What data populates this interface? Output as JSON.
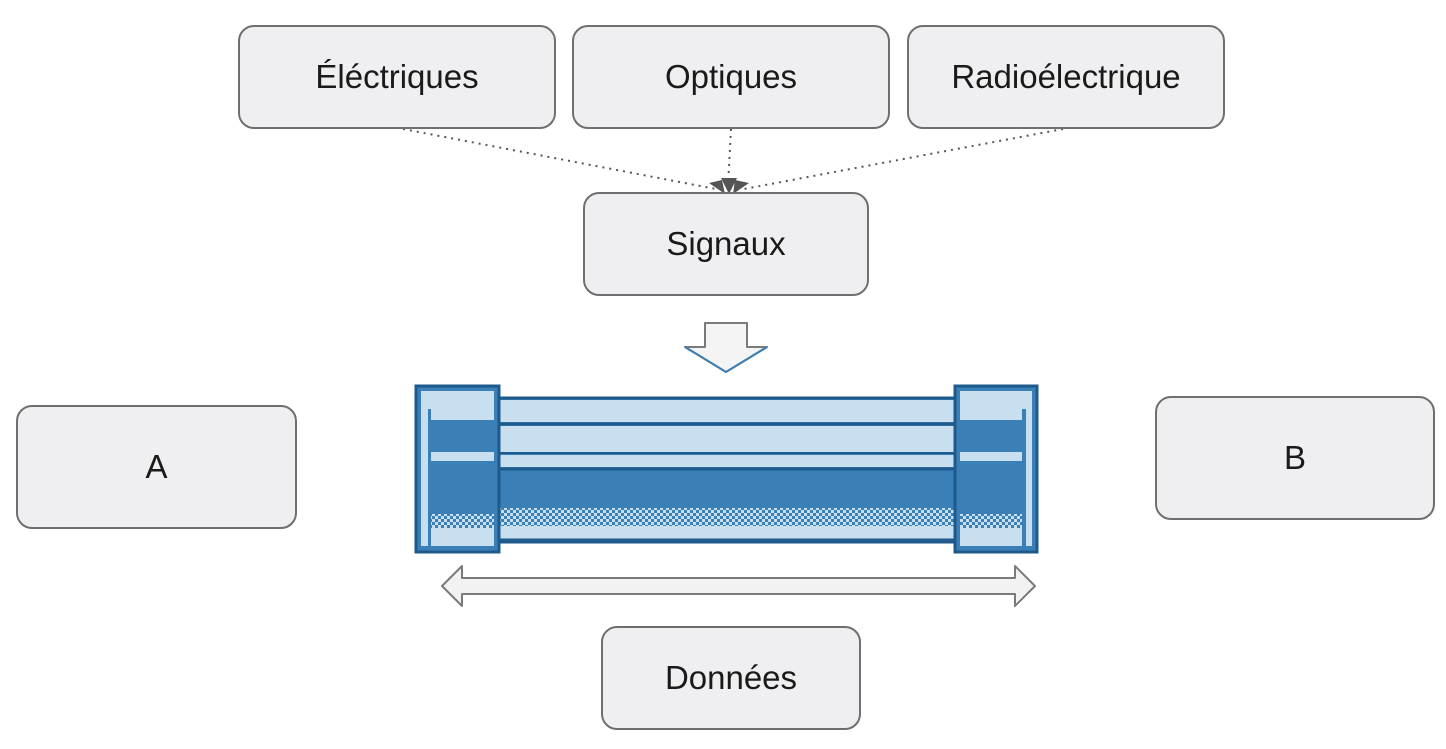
{
  "nodes": {
    "electriques": "Éléctriques",
    "optiques": "Optiques",
    "radioelectrique": "Radioélectrique",
    "signaux": "Signaux",
    "a": "A",
    "b": "B",
    "donnees": "Données"
  },
  "colors": {
    "box_fill": "#efeff1",
    "box_border": "#6f6f6f",
    "cable_dark": "#3a7fb6",
    "cable_light": "#c8dff0",
    "cable_outline": "#1f5a8c",
    "arrow_fill": "#f2f2f2",
    "arrow_stroke": "#7a7a7a"
  },
  "icons": {
    "cable": "cable-icon",
    "down_arrow": "down-arrow-icon",
    "double_arrow": "double-arrow-icon"
  }
}
